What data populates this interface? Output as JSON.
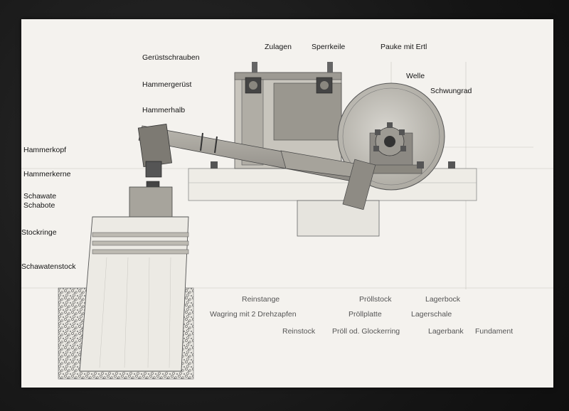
{
  "labels": {
    "geruestschrauben": "Gerüstschrauben",
    "zulagen": "Zulagen",
    "sperrkeile": "Sperrkeile",
    "pauke_mit_ertl": "Pauke mit Ertl",
    "welle": "Welle",
    "schwungrad": "Schwungrad",
    "hammergeruest": "Hammergerüst",
    "hammerhalb": "Hammerhalb",
    "hammerkopf": "Hammerkopf",
    "hammerkerne": "Hammerkerne",
    "schawate": "Schawate",
    "schabote": "Schabote",
    "stockringe": "Stockringe",
    "schawatenstock": "Schawatenstock",
    "reinstange": "Reinstange",
    "wagring": "Wagring mit 2 Drehzapfen",
    "reinstock": "Reinstock",
    "proellstock": "Pröllstock",
    "proellplatte": "Pröllplatte",
    "proell_glockerring": "Pröll od. Glockerring",
    "lagerbock": "Lagerbock",
    "lagerschale": "Lagerschale",
    "lagerbank": "Lagerbank",
    "fundament": "Fundament"
  }
}
